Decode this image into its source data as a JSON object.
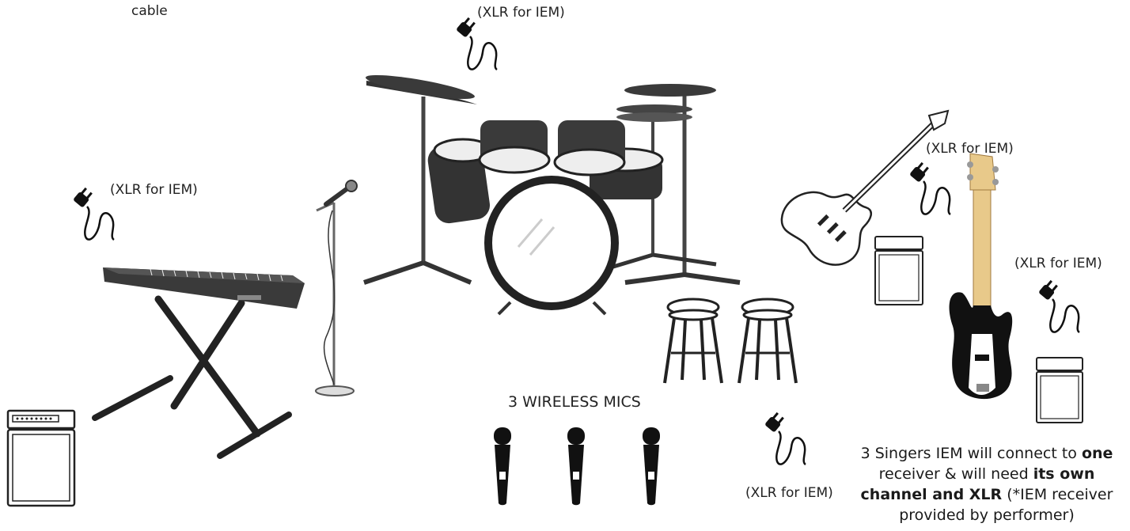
{
  "labels": {
    "cable": "cable",
    "xlr_top": "(XLR for IEM)",
    "xlr_keyboard": "(XLR for IEM)",
    "xlr_guitar": "(XLR for IEM)",
    "xlr_bass": "(XLR for IEM)",
    "xlr_bottom": "(XLR for IEM)",
    "wireless_mics": "3 WIRELESS MICS"
  },
  "note": {
    "p1": "3 Singers IEM will connect to ",
    "b1": "one",
    "p2": " receiver & will need ",
    "b2": "its own channel and XLR",
    "p3": " (*IEM receiver provided by performer)"
  },
  "icons": [
    "power-plug-icon",
    "keyboard-icon",
    "mic-stand-icon",
    "drum-kit-icon",
    "stool-icon",
    "electric-guitar-icon",
    "bass-guitar-icon",
    "amplifier-icon",
    "wireless-mic-icon"
  ]
}
